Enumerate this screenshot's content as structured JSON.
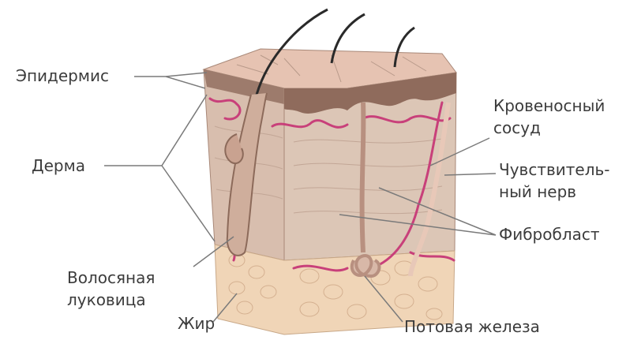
{
  "diagram": {
    "labels": {
      "epidermis": "Эпидермис",
      "dermis": "Дерма",
      "hair_bulb_line1": "Волосяная",
      "hair_bulb_line2": "луковица",
      "fat": "Жир",
      "blood_vessel_line1": "Кровеносный",
      "blood_vessel_line2": "сосуд",
      "nerve_line1": "Чувствитель-",
      "nerve_line2": "ный нерв",
      "fibroblast": "Фибробласт",
      "sweat_gland": "Потовая железа"
    },
    "colors": {
      "label_text": "#3c3c3c",
      "leader_line": "#7a7a7a",
      "epidermis": "#9b7a6a",
      "dermis": "#dcc4b4",
      "fat": "#f1d6b8",
      "vessel": "#c8407a",
      "hair": "#2a2a2a"
    }
  }
}
